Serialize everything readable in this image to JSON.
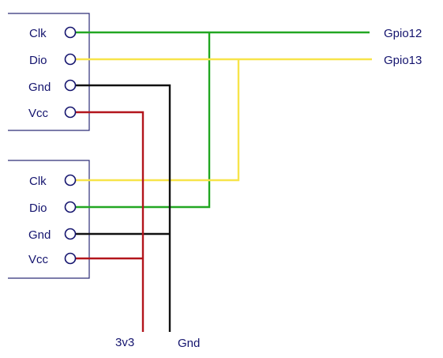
{
  "colors": {
    "module_outline": "#2d2d78",
    "label_text": "#14146e",
    "wire_green": "#22a722",
    "wire_yellow": "#f7e44a",
    "wire_black": "#111111",
    "wire_red": "#b3151c"
  },
  "modules": [
    {
      "pins": [
        {
          "label": "Clk"
        },
        {
          "label": "Dio"
        },
        {
          "label": "Gnd"
        },
        {
          "label": "Vcc"
        }
      ]
    },
    {
      "pins": [
        {
          "label": "Clk"
        },
        {
          "label": "Dio"
        },
        {
          "label": "Gnd"
        },
        {
          "label": "Vcc"
        }
      ]
    }
  ],
  "endpoints": {
    "gpio_clk": "Gpio12",
    "gpio_dio": "Gpio13",
    "power": "3v3",
    "ground": "Gnd"
  },
  "connections": [
    {
      "from": "module1.Clk",
      "to": "Gpio12",
      "color": "green"
    },
    {
      "from": "module1.Dio",
      "to": "Gpio13",
      "color": "yellow"
    },
    {
      "from": "module1.Gnd",
      "to": "Gnd",
      "color": "black"
    },
    {
      "from": "module1.Vcc",
      "to": "3v3",
      "color": "red"
    },
    {
      "from": "module2.Clk",
      "to": "Gpio13",
      "color": "yellow"
    },
    {
      "from": "module2.Dio",
      "to": "Gpio12",
      "color": "green"
    },
    {
      "from": "module2.Gnd",
      "to": "Gnd",
      "color": "black"
    },
    {
      "from": "module2.Vcc",
      "to": "3v3",
      "color": "red"
    }
  ]
}
